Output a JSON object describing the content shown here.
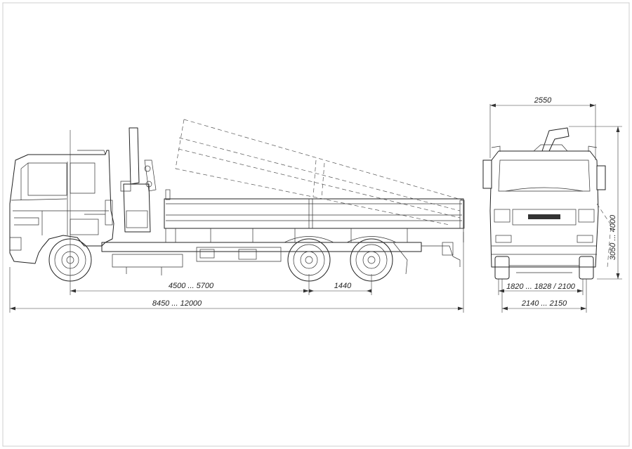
{
  "dimensions": {
    "overall_width": "2550",
    "overall_height": "3050 ... 4000",
    "wheelbase": "4500 ... 5700",
    "tandem_spacing": "1440",
    "overall_length": "8450 ... 12000",
    "track_width": "1820 ... 1828 / 2100",
    "outer_width": "2140 ... 2150"
  }
}
